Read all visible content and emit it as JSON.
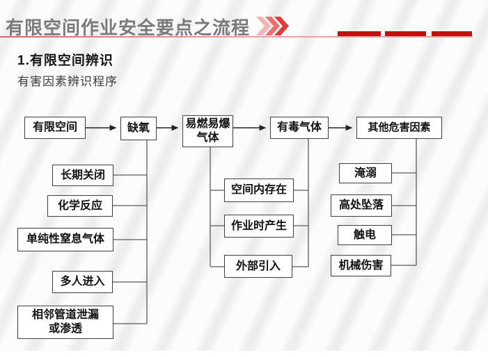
{
  "header": {
    "title": "有限空间作业安全要点之流程",
    "accent_color": "#c01010",
    "chevrons_icon": "triple-chevron-right",
    "chevron_colors": [
      "#f2b5b5",
      "#ea6f6f",
      "#e03a3a"
    ]
  },
  "section": {
    "heading": "1.有限空间辨识",
    "subheading": "有害因素辨识程序"
  },
  "flowchart": {
    "top_row": [
      "有限空间",
      "缺氧",
      "易燃易爆\n气体",
      "有毒气体",
      "其他危害因素"
    ],
    "oxygen_causes": [
      "长期关闭",
      "化学反应",
      "单纯性窒息气体",
      "多人进入",
      "相邻管道泄漏\n或渗透"
    ],
    "gas_sources": [
      "空间内存在",
      "作业时产生",
      "外部引入"
    ],
    "other_hazards": [
      "淹溺",
      "高处坠落",
      "触电",
      "机械伤害"
    ],
    "flow_direction": "有限空间 → 缺氧 → 易燃易爆气体 → 有毒气体 → 其他危害因素"
  }
}
